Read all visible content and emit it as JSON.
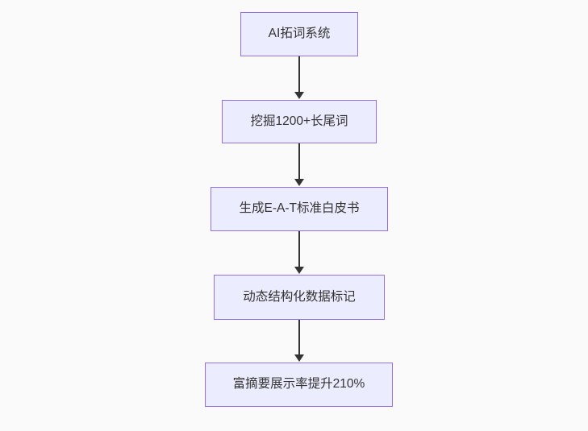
{
  "diagram": {
    "type": "flowchart",
    "direction": "top-down",
    "nodes": [
      {
        "id": "A",
        "label": "AI拓词系统"
      },
      {
        "id": "B",
        "label": "挖掘1200+长尾词"
      },
      {
        "id": "C",
        "label": "生成E-A-T标准白皮书"
      },
      {
        "id": "D",
        "label": "动态结构化数据标记"
      },
      {
        "id": "E",
        "label": "富摘要展示率提升210%"
      }
    ],
    "edges": [
      {
        "from": "A",
        "to": "B",
        "style": "arrow-down"
      },
      {
        "from": "B",
        "to": "C",
        "style": "arrow-down"
      },
      {
        "from": "C",
        "to": "D",
        "style": "arrow-down"
      },
      {
        "from": "D",
        "to": "E",
        "style": "arrow-down"
      }
    ],
    "colors": {
      "node_fill": "#ECECFF",
      "node_border": "#9370DB",
      "node_text": "#333333",
      "arrow": "#333333",
      "background": "#fafafa"
    }
  }
}
